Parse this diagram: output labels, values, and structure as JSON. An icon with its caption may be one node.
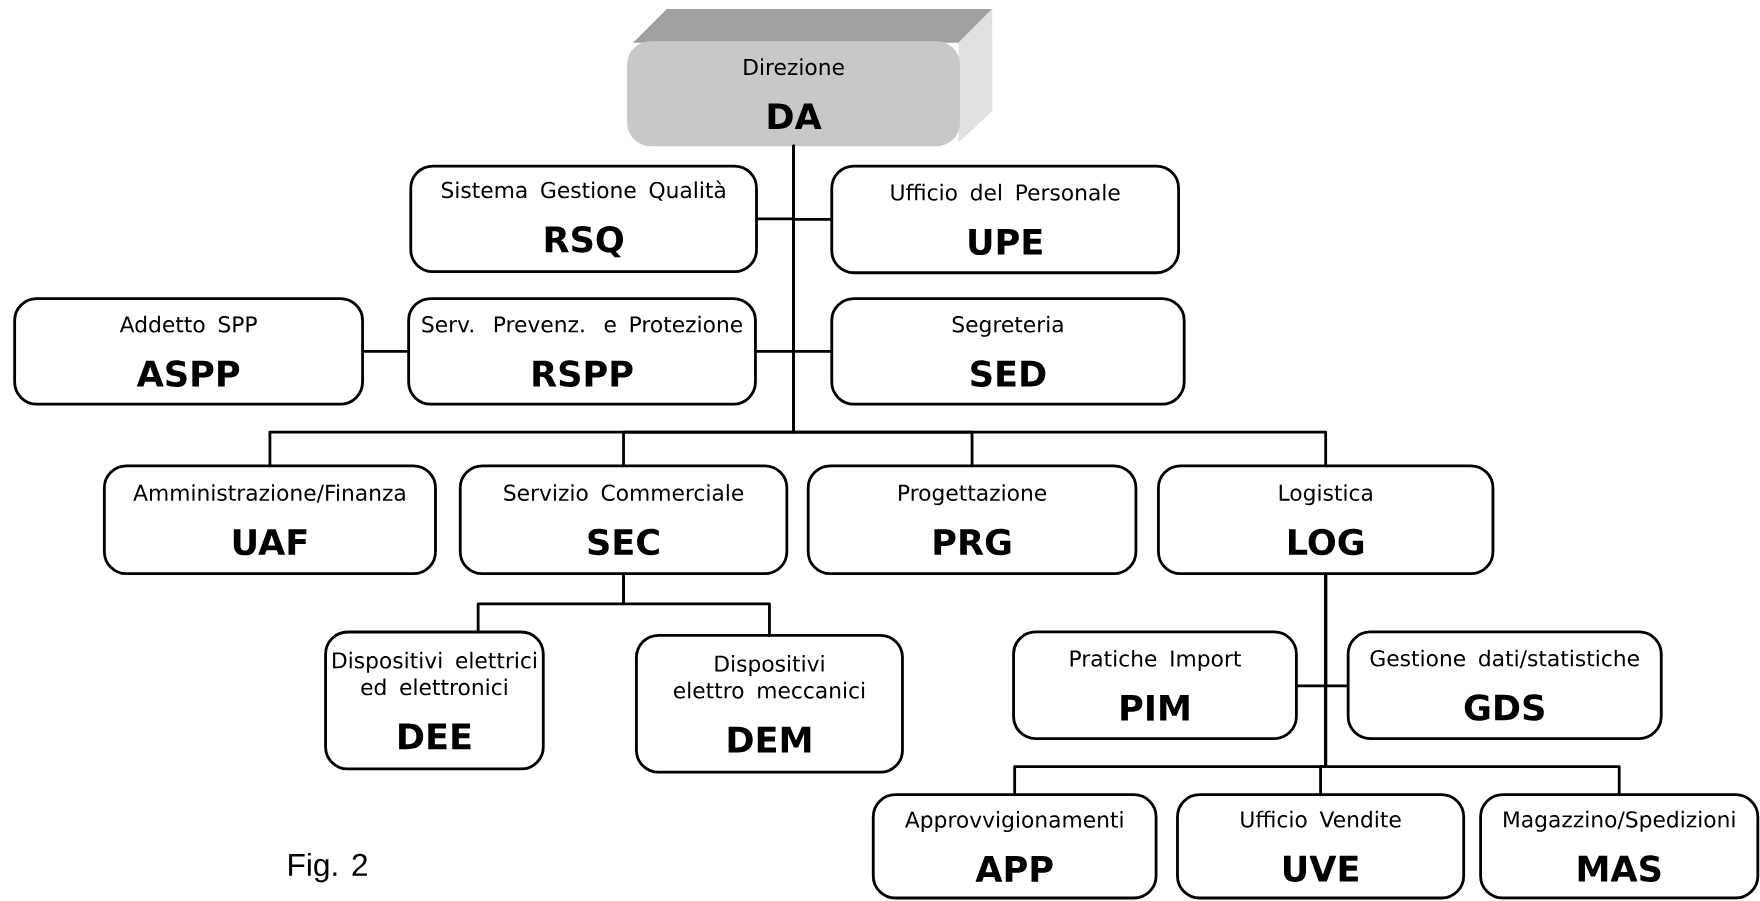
{
  "diagram": {
    "nodes": [
      {
        "text": [
          "Direzione",
          "DA"
        ]
      },
      {
        "text": [
          "Sistema Gestione Qualità",
          "RSQ"
        ]
      },
      {
        "text": [
          "Ufficio del Personale",
          "UPE"
        ]
      },
      {
        "text": [
          "Addetto SPP",
          "ASPP"
        ]
      },
      {
        "text": [
          "Serv. Prevenz. e Protezione",
          "RSPP"
        ]
      },
      {
        "text": [
          "Segreteria",
          "SED"
        ]
      },
      {
        "text": [
          "Amministrazione/Finanza",
          "UAF"
        ]
      },
      {
        "text": [
          "Servizio Commerciale",
          "SEC"
        ]
      },
      {
        "text": [
          "Progettazione",
          "PRG"
        ]
      },
      {
        "text": [
          "Logistica",
          "LOG"
        ]
      },
      {
        "text": [
          "Dispositivi elettrici ed elettronici",
          "DEE"
        ]
      },
      {
        "text": [
          "Dispositivi elettro meccanici",
          "DEM"
        ]
      },
      {
        "text": [
          "Pratiche Import",
          "PIM"
        ]
      },
      {
        "text": [
          "Gestione dati/statistiche",
          "GDS"
        ]
      },
      {
        "text": [
          "Approvvigionamenti",
          "APP"
        ]
      },
      {
        "text": [
          "Ufficio Vendite",
          "UVE"
        ]
      },
      {
        "text": [
          "Magazzino/Spedizioni",
          "MAS"
        ]
      }
    ],
    "edges": [
      {
        "from": 0,
        "to": 1,
        "arrow": "none"
      },
      {
        "from": 0,
        "to": 2,
        "arrow": "none"
      },
      {
        "from": 0,
        "to": 4,
        "arrow": "none"
      },
      {
        "from": 0,
        "to": 5,
        "arrow": "none"
      },
      {
        "from": 4,
        "to": 3,
        "arrow": "none"
      },
      {
        "from": 0,
        "to": 6,
        "arrow": "none"
      },
      {
        "from": 0,
        "to": 7,
        "arrow": "none"
      },
      {
        "from": 0,
        "to": 8,
        "arrow": "none"
      },
      {
        "from": 0,
        "to": 9,
        "arrow": "none"
      },
      {
        "from": 7,
        "to": 10,
        "arrow": "none"
      },
      {
        "from": 7,
        "to": 11,
        "arrow": "none"
      },
      {
        "from": 9,
        "to": 12,
        "arrow": "none"
      },
      {
        "from": 9,
        "to": 13,
        "arrow": "none"
      },
      {
        "from": 9,
        "to": 14,
        "arrow": "none"
      },
      {
        "from": 9,
        "to": 15,
        "arrow": "none"
      },
      {
        "from": 9,
        "to": 16,
        "arrow": "none"
      }
    ],
    "labels": [
      "Fig. 2"
    ]
  }
}
